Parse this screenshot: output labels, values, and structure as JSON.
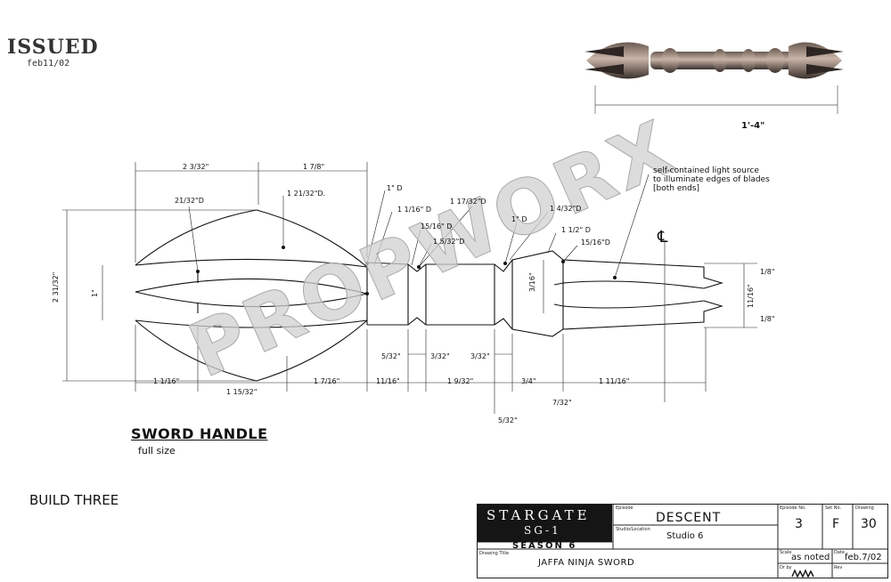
{
  "stamp": {
    "issued": "ISSUED",
    "date": "feb11/02"
  },
  "preview": {
    "length_label": "1'-4\""
  },
  "watermark": "PROPWORX",
  "drawing": {
    "title": "SWORD HANDLE",
    "subtitle": "full size",
    "build": "BUILD THREE",
    "note": "self-contained light source\nto illuminate edges of blades\n[both ends]",
    "centerline_symbol": "℄",
    "top_dims": [
      "2 3/32\"",
      "1 7/8\""
    ],
    "diameter_labels": [
      "21/32\"D",
      "1 21/32\"D.",
      "1\" D",
      "1 1/16\" D",
      "1 17/32\"D",
      "15/16\" D",
      "1 5/32\"D",
      "1\" D",
      "1 4/32\"D",
      "1 1/2\" D",
      "15/16\"D"
    ],
    "side_dims": {
      "overall_height": "2 31/32\"",
      "inner": "1\"",
      "collar": "3/16\"",
      "end_height": "11/16\"",
      "end_top": "1/8\"",
      "end_bottom": "1/8\""
    },
    "bottom_dims": [
      "1 1/16\"",
      "1 15/32\"",
      "1 7/16\"",
      "11/16\"",
      "1 9/32\"",
      "3/4\"",
      "1 11/16\""
    ],
    "lower_dims": [
      "5/32\"",
      "3/32\"",
      "3/32\"",
      "7/32\"",
      "5/32\""
    ]
  },
  "title_block": {
    "logo_line1": "STARGATE",
    "logo_line2": "SG-1",
    "season": "SEASON 6",
    "episode_label": "Episode",
    "episode": "DESCENT",
    "studio_label": "Studio/Location",
    "studio": "Studio 6",
    "episode_no_label": "Episode No.",
    "episode_no": "3",
    "set_no_label": "Set No.",
    "set_no": "F",
    "drawing_label": "Drawing",
    "drawing_no": "30",
    "drawing_title_label": "Drawing Title",
    "drawing_title": "JAFFA NINJA SWORD",
    "scale_label": "Scale",
    "scale": "as noted",
    "date_label": "Date",
    "date": "feb.7/02",
    "dr_label": "Dr by",
    "rev_label": "Rev"
  }
}
